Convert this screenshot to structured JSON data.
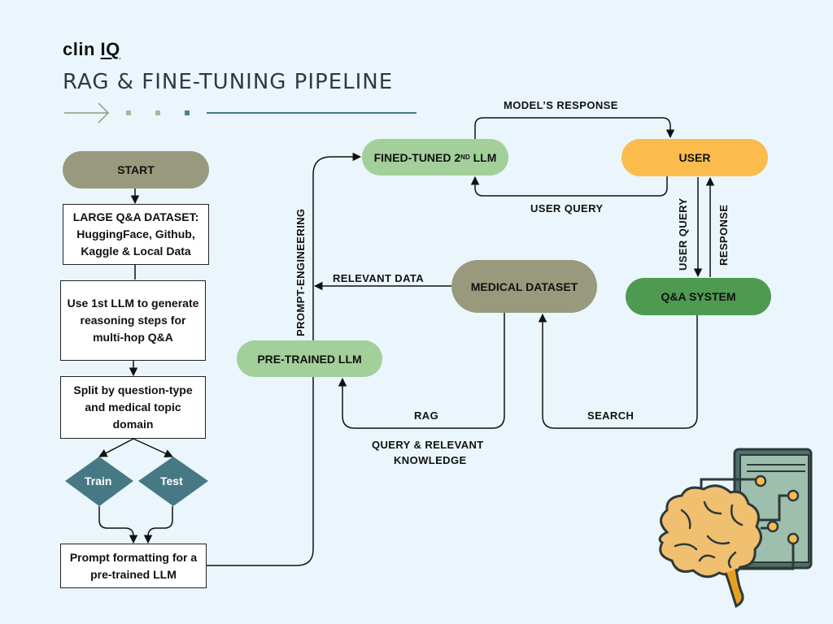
{
  "header": {
    "brand_main": "clin",
    "brand_iq": "IQ",
    "subtitle": "RAG & FINE-TUNING PIPELINE"
  },
  "flowchart": {
    "start": "START",
    "dataset_box": "LARGE Q&A DATASET: HuggingFace, Github, Kaggle & Local Data",
    "reasoning_box": "Use 1st LLM to generate reasoning steps for multi-hop Q&A",
    "split_box": "Split by question-type and medical topic domain",
    "train": "Train",
    "test": "Test",
    "prompt_box": "Prompt formatting for a pre-trained LLM"
  },
  "pipeline": {
    "fined_tuned_prefix": "FINED-TUNED 2",
    "fined_tuned_sup": "ND",
    "fined_tuned_suffix": " LLM",
    "user": "USER",
    "pre_trained": "PRE-TRAINED LLM",
    "medical_dataset": "MEDICAL DATASET",
    "qa_system": "Q&A SYSTEM",
    "label_model_response": "MODEL’S RESPONSE",
    "label_user_query_top": "USER QUERY",
    "label_user_query_vertical": "USER QUERY",
    "label_response": "RESPONSE",
    "label_relevant_data": "RELEVANT DATA",
    "label_prompt_engineering": "PROMPT-ENGINEERING",
    "label_rag": "RAG",
    "label_search": "SEARCH",
    "label_query_relevant_1": "QUERY & RELEVANT",
    "label_query_relevant_2": "KNOWLEDGE"
  },
  "icons": {
    "header_arrow": "arrow-right-icon",
    "brain_book": "brain-circuit-book-icon"
  },
  "colors": {
    "background": "#eaf6fb",
    "olive": "#999a7d",
    "light_green": "#a2cf9a",
    "dark_green": "#4e9a51",
    "orange": "#fbbc4d",
    "teal": "#477985"
  }
}
